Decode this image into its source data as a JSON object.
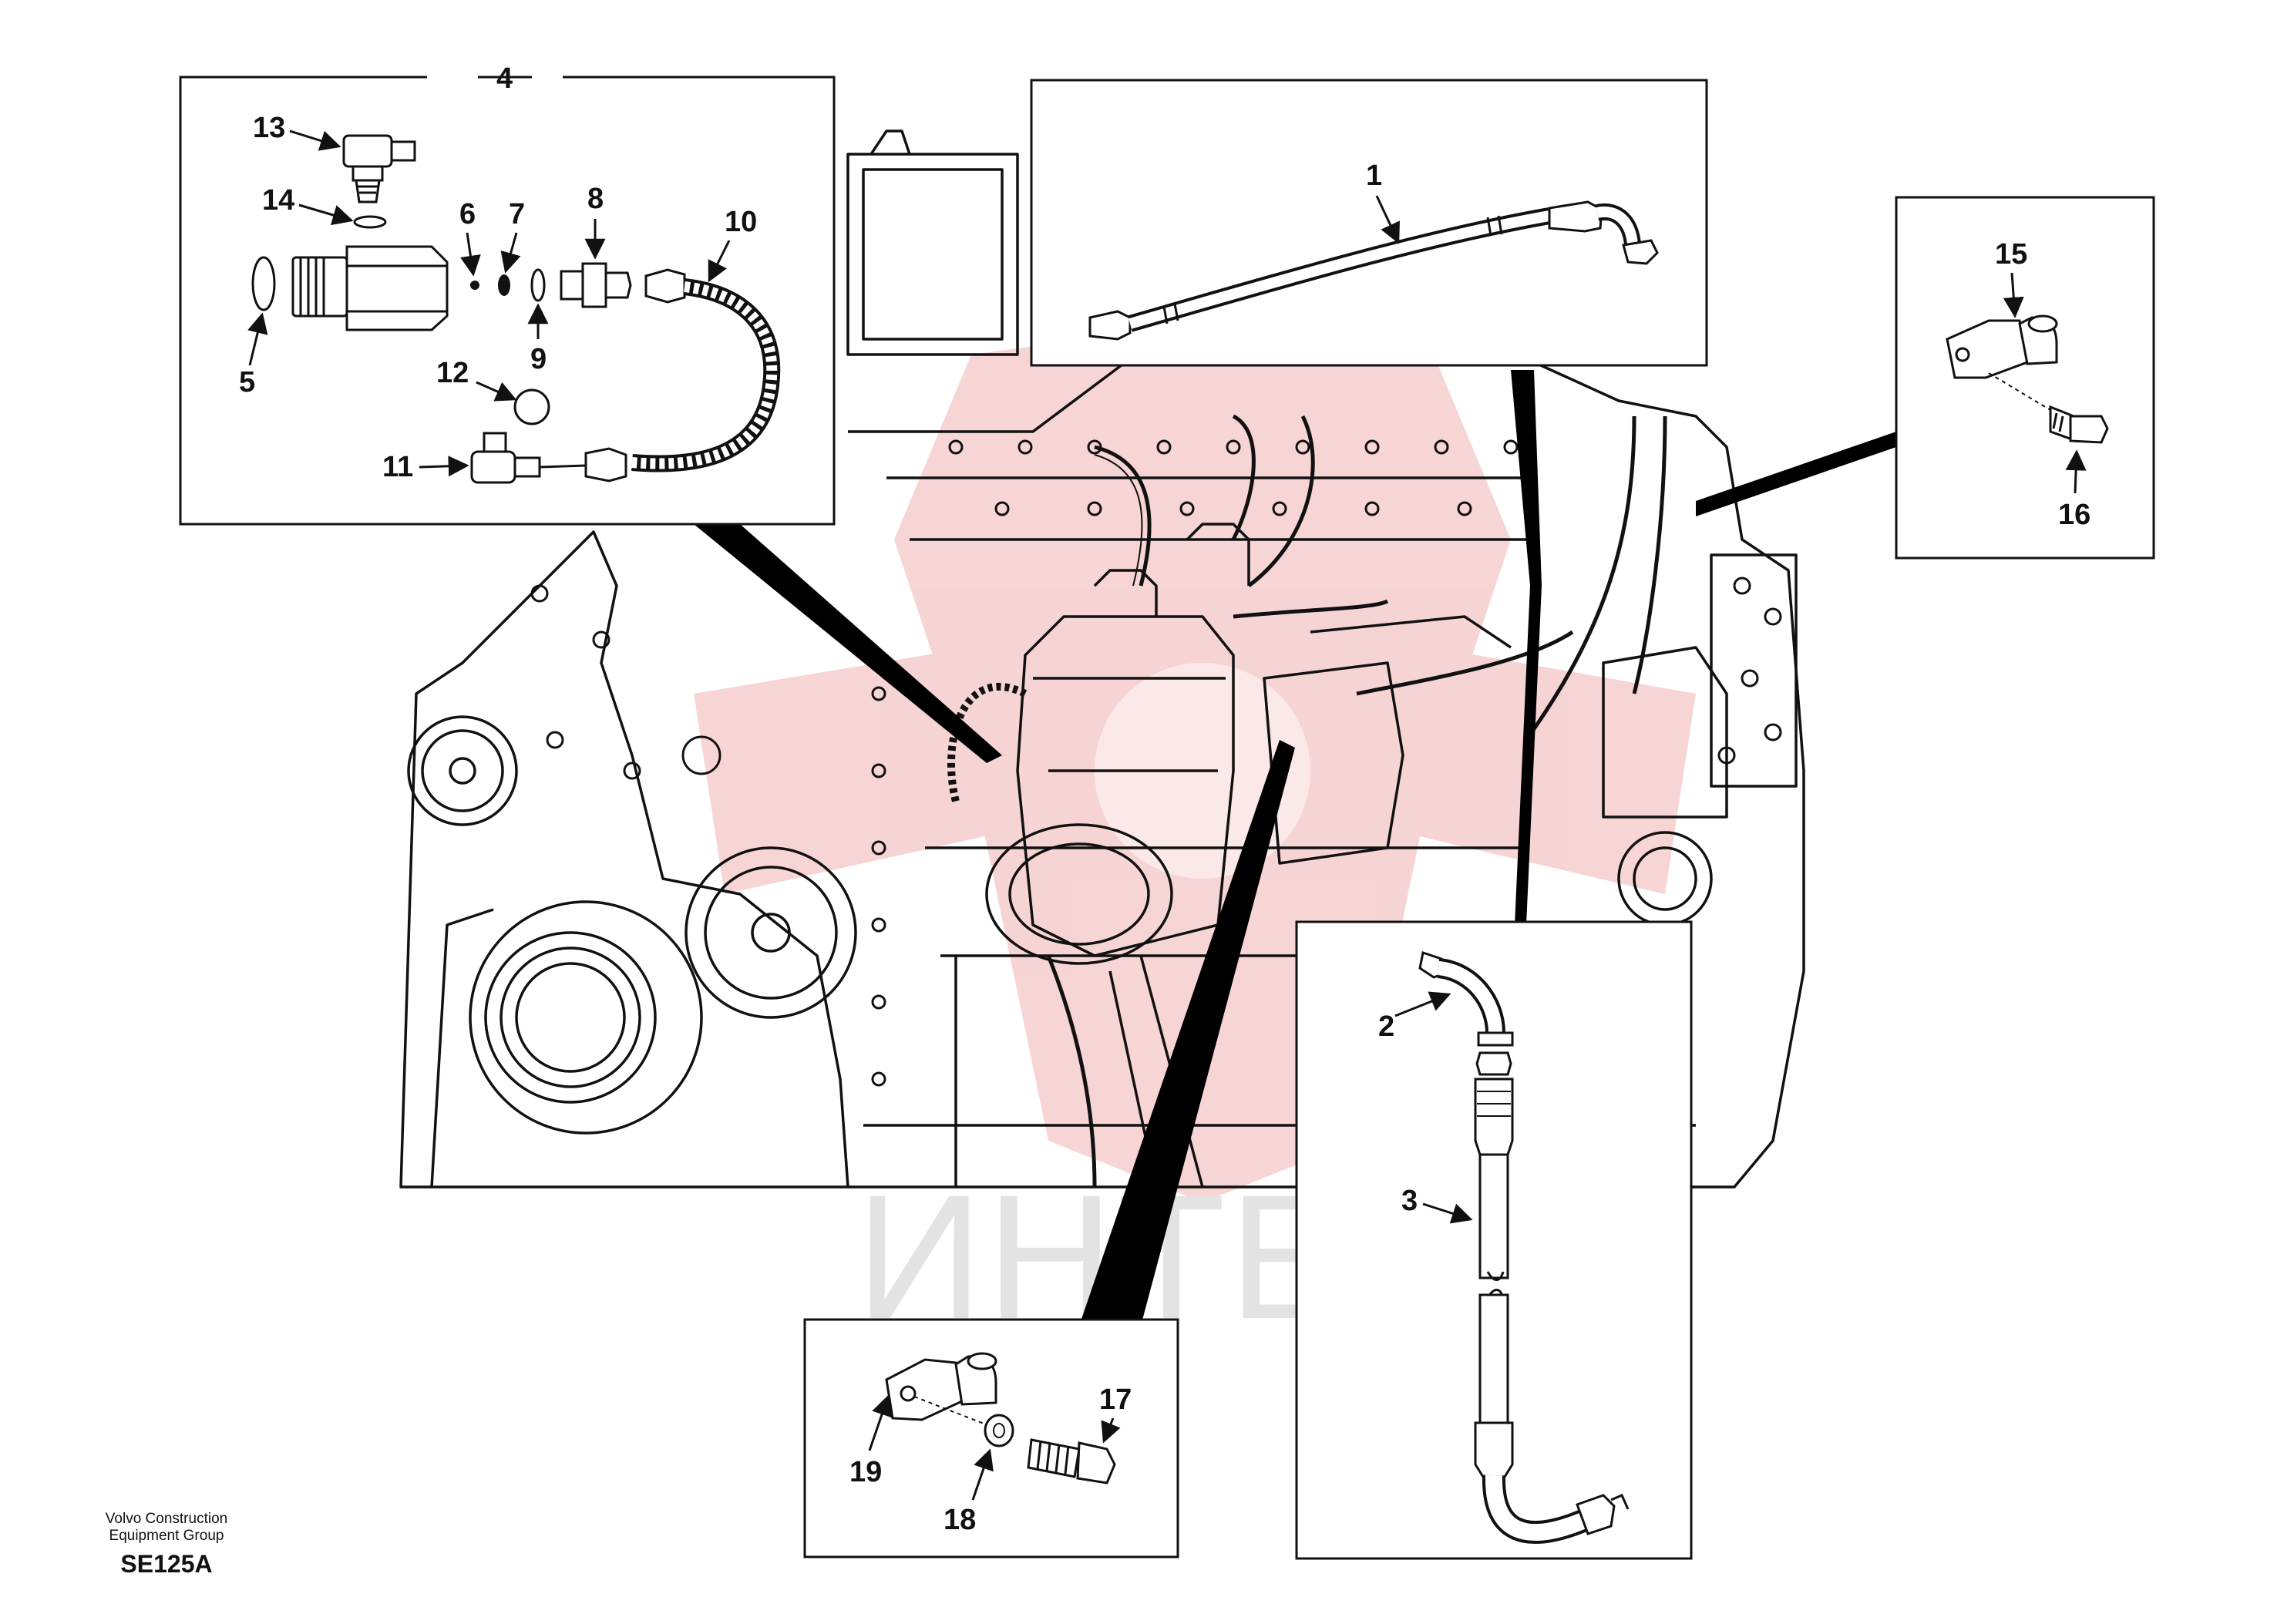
{
  "watermark": {
    "text": "ИНТЕХ",
    "logo_color": "#f5c8c8",
    "text_color": "#e3e3e3"
  },
  "callouts": {
    "c1": "1",
    "c2": "2",
    "c3": "3",
    "c4": "4",
    "c5": "5",
    "c6": "6",
    "c7": "7",
    "c8": "8",
    "c9": "9",
    "c10": "10",
    "c11": "11",
    "c12": "12",
    "c13": "13",
    "c14": "14",
    "c15": "15",
    "c16": "16",
    "c17": "17",
    "c18": "18",
    "c19": "19"
  },
  "footer": {
    "line1": "Volvo Construction",
    "line2": "Equipment Group",
    "code": "SE125A"
  }
}
